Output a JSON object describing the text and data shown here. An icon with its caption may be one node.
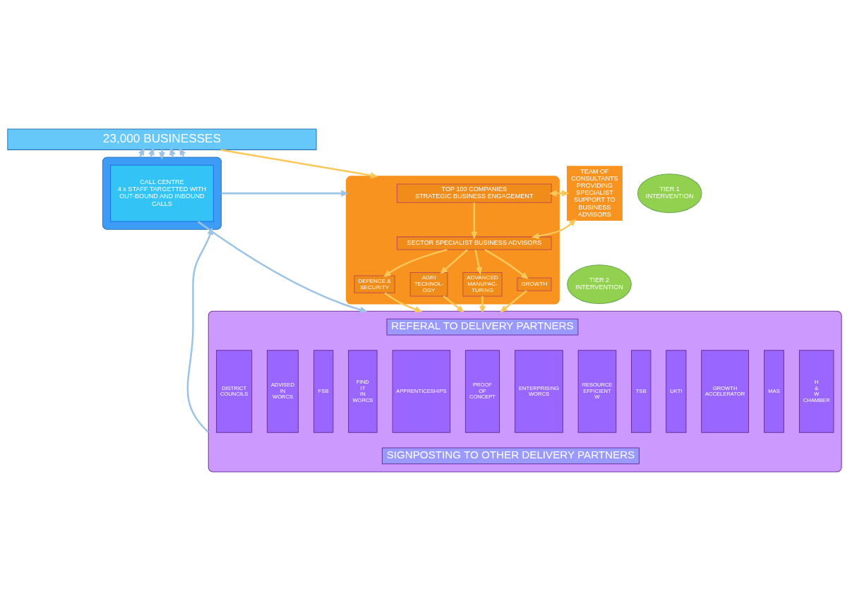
{
  "diagram": {
    "nodes": [
      {
        "text": [
          "23,000 BUSINESSES"
        ]
      },
      {
        "text": [],
        "shape": "box"
      },
      {
        "text": [
          "TOP 100 COMPANIES",
          "STRATEGIC BUSINESS ENGAGEMENT"
        ],
        "in": 1
      },
      {
        "text": [
          "SECTOR SPECIALIST BUSINESS ADVISORS"
        ],
        "in": 1
      },
      {
        "text": [
          "DEFENCE & SECURITY"
        ],
        "in": 1
      },
      {
        "text": [
          "AGRI TECHNOL- OGY"
        ],
        "in": 1
      },
      {
        "text": [
          "ADVANCED MANUFAC- TURING"
        ],
        "in": 1
      },
      {
        "text": [
          "GROWTH"
        ],
        "in": 1
      },
      {
        "text": [
          "TEAM OF CONSULTANTS PROVIDING SPECIALIST SUPPORT TO BUSINESS ADVISORS"
        ]
      },
      {
        "text": [
          "TIER 2 INTERVENTION"
        ]
      },
      {
        "text": [],
        "shape": "box"
      },
      {
        "text": [
          "CALL CENTRE",
          "4 x STAFF TARGETTED WITH OUT-BOUND AND INBOUND CALLS"
        ],
        "in": 10
      },
      {
        "text": [
          "TIER 1 INTERVENTION"
        ]
      },
      {
        "text": [],
        "shape": "box"
      },
      {
        "text": [
          "REFERAL TO DELIVERY PARTNERS"
        ],
        "in": 13
      },
      {
        "text": [
          "UKTI"
        ],
        "in": 13
      },
      {
        "text": [
          "GROWTH ACCELERATOR"
        ],
        "in": 13
      },
      {
        "text": [
          "MAS"
        ],
        "in": 13
      },
      {
        "text": [
          "H & W CHAMBER"
        ],
        "in": 13
      },
      {
        "text": [
          "DISTRICT COUNCILS"
        ],
        "in": 13
      },
      {
        "text": [
          "ADVISED IN WORCS"
        ],
        "in": 13
      },
      {
        "text": [
          "FSB"
        ],
        "in": 13
      },
      {
        "text": [
          "FIND IT IN WORCS"
        ],
        "in": 13
      },
      {
        "text": [
          "APPRENTICESHIPS"
        ],
        "in": 13
      },
      {
        "text": [
          "PROOF OF CONCEPT"
        ],
        "in": 13
      },
      {
        "text": [
          "ENTERPRISING WORCS"
        ],
        "in": 13
      },
      {
        "text": [
          "RESOURCE EFFICIENT W"
        ],
        "in": 13
      },
      {
        "text": [
          "TSB"
        ],
        "in": 13
      },
      {
        "text": [
          "SIGNPOSTING TO OTHER DELIVERY PARTNERS"
        ],
        "in": 13
      }
    ],
    "edges": [
      {
        "from": 0,
        "to": 1,
        "arrow": "to"
      },
      {
        "from": 10,
        "to": 0,
        "arrow": "to",
        "color": "#9dc3e6"
      },
      {
        "from": 10,
        "to": 0,
        "arrow": "to",
        "color": "#9dc3e6"
      },
      {
        "from": 0,
        "to": 10,
        "arrow": "to",
        "color": "#9dc3e6"
      },
      {
        "from": 10,
        "to": 0,
        "arrow": "to",
        "color": "#9dc3e6"
      },
      {
        "from": 10,
        "to": 0,
        "arrow": "to",
        "color": "#9dc3e6"
      },
      {
        "from": 8,
        "to": 2,
        "arrow": "both"
      },
      {
        "from": 2,
        "to": 3,
        "arrow": "to"
      },
      {
        "from": 8,
        "to": 3,
        "arrow": "both"
      },
      {
        "from": 10,
        "to": 1,
        "arrow": "to",
        "color": "#9dc3e6"
      },
      {
        "from": 3,
        "to": 4,
        "arrow": "to"
      },
      {
        "from": 3,
        "to": 5,
        "arrow": "to"
      },
      {
        "from": 3,
        "to": 6,
        "arrow": "to"
      },
      {
        "from": 3,
        "to": 7,
        "arrow": "to"
      },
      {
        "from": 4,
        "to": 13,
        "arrow": "to"
      },
      {
        "from": 5,
        "to": 13,
        "arrow": "to"
      },
      {
        "from": 6,
        "to": 13,
        "arrow": "to"
      },
      {
        "from": 7,
        "to": 13,
        "arrow": "to"
      },
      {
        "from": 11,
        "to": 13,
        "arrow": "to",
        "color": "#9dc3e6"
      },
      {
        "from": 13,
        "to": 10,
        "arrow": "to",
        "color": "#9dc3e6"
      }
    ]
  }
}
